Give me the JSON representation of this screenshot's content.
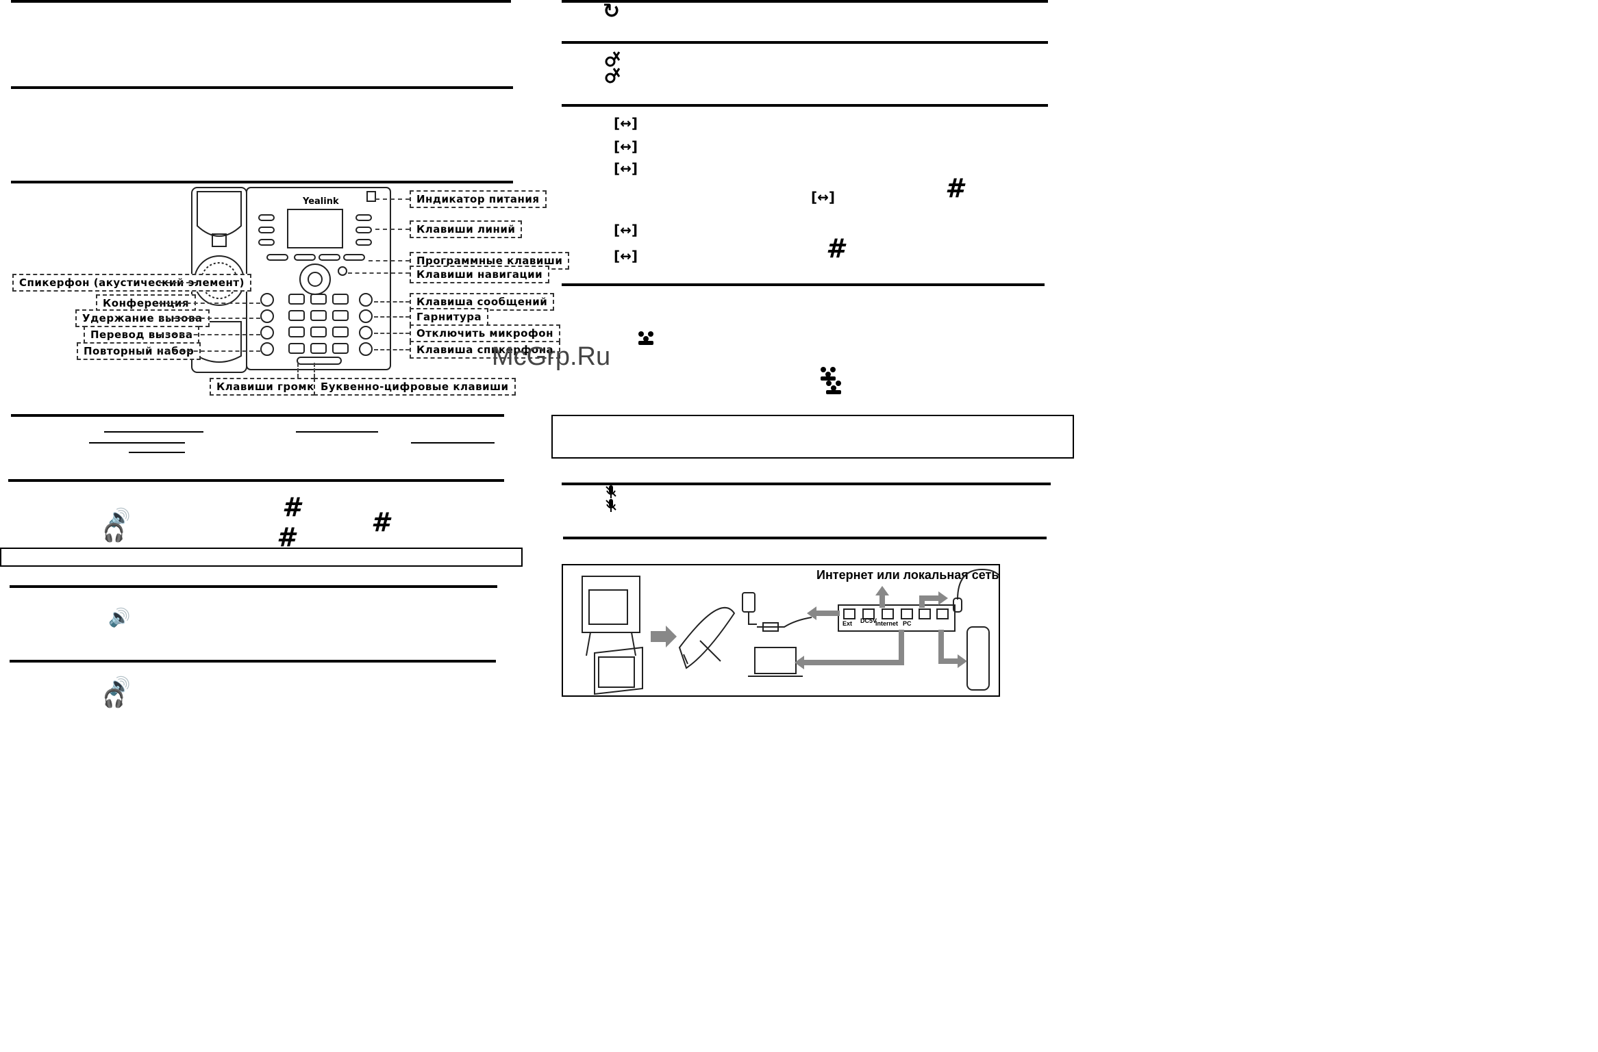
{
  "watermark": "McGrp.Ru",
  "phone_diagram": {
    "brand": "Yealink",
    "labels_right": [
      "Индикатор питания",
      "Клавиши линий",
      "Программные клавиши",
      "Клавиши навигации",
      "Клавиша сообщений",
      "Гарнитура",
      "Отключить микрофон",
      "Клавиша спикерфона"
    ],
    "labels_left": [
      "Спикерфон (акустический элемент)",
      "Конференция",
      "Удержание вызова",
      "Перевод вызова",
      "Повторный набор"
    ],
    "labels_bottom": [
      "Клавиши громкости",
      "Буквенно-цифровые клавиши"
    ]
  },
  "connection_diagram": {
    "title": "Интернет или локальная сеть",
    "ports": [
      "Ext",
      "DC5V",
      "Internet",
      "PC"
    ]
  },
  "icons": {
    "redial": "↻",
    "hold": "hold-icon",
    "transfer": "[↔]",
    "hash": "#",
    "speaker": "🔊",
    "headset": "🎧",
    "conference": "conference-icon",
    "mute": "mute-icon"
  }
}
